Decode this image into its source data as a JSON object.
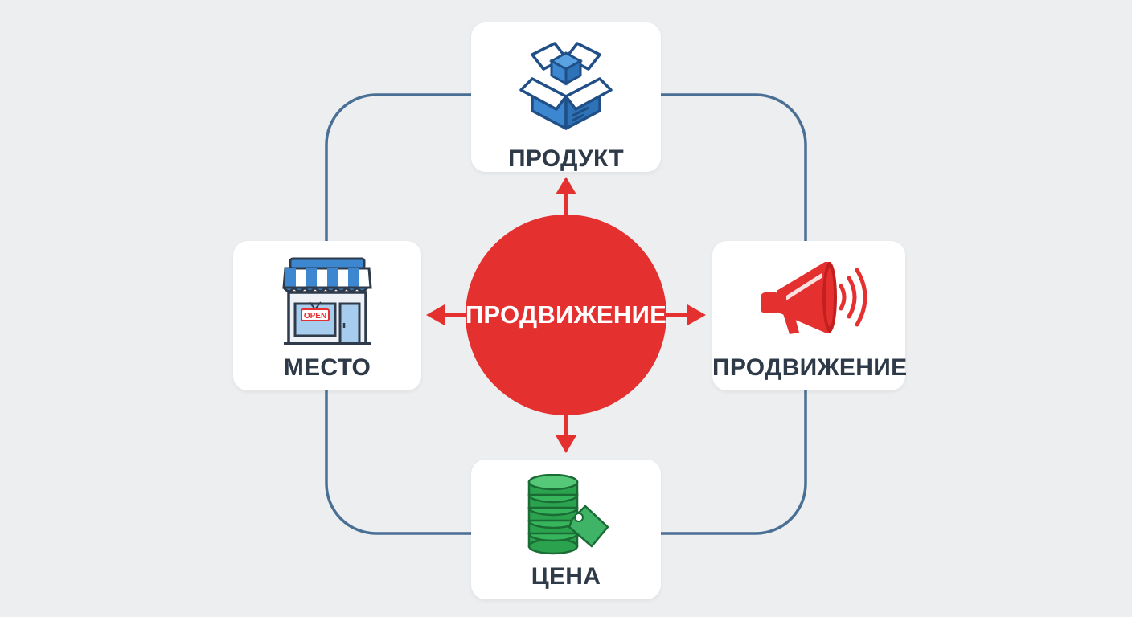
{
  "center": {
    "label": "ПРОДВИЖЕНИЕ"
  },
  "cards": {
    "product": {
      "label": "ПРОДУКТ",
      "icon": "open-box-icon"
    },
    "place": {
      "label": "МЕСТО",
      "icon": "storefront-icon",
      "sign_text": "OPEN"
    },
    "promotion": {
      "label": "ПРОДВИЖЕНИЕ",
      "icon": "megaphone-icon"
    },
    "price": {
      "label": "ЦЕНА",
      "icon": "coins-price-tag-icon"
    }
  },
  "colors": {
    "background": "#eceef0",
    "card": "#ffffff",
    "cycle_line": "#4a6f95",
    "center_circle": "#e53030",
    "arrows": "#e53030",
    "label_text": "#2e3a48",
    "product_icon": "#3d87d0",
    "place_icon": "#3d87d0",
    "promotion_icon": "#e53030",
    "price_icon": "#2aa24e"
  }
}
